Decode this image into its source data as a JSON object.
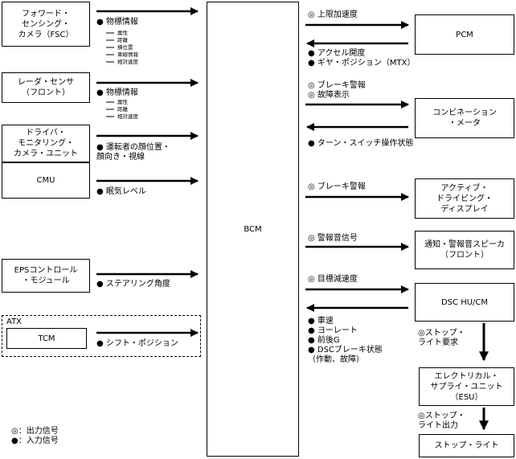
{
  "left_units": {
    "fsc": "フォワード・\nセンシング・\nカメラ（FSC）",
    "radar": "レーダ・センサ\n（フロント）",
    "dmc": "ドライバ・\nモニタリング・\nカメラ・ユニット",
    "cmu": "CMU",
    "eps": "EPSコントロール\n・モジュール",
    "atx_label": "ATX",
    "tcm": "TCM"
  },
  "left_signals": {
    "fsc_main": "● 物標情報",
    "fsc_subs": [
      "属性",
      "距離",
      "横位置",
      "車線情報",
      "相対速度"
    ],
    "radar_main": "● 物標情報",
    "radar_subs": [
      "属性",
      "距離",
      "相対速度"
    ],
    "dmc": "● 運転者の顔位置・\n顔向き・視線",
    "cmu": "● 眠気レベル",
    "eps": "● ステアリング角度",
    "tcm": "● シフト・ポジション"
  },
  "center": {
    "bcm": "BCM"
  },
  "right_units": {
    "pcm": "PCM",
    "combination_meter": "コンビネーション\n・メータ",
    "add": "アクティブ・\nドライビング・\nディスプレイ",
    "speaker": "通知・警報音スピーカ\n（フロント）",
    "dsc": "DSC HU/CM",
    "esu": "エレクトリカル・\nサプライ・ユニット\n（ESU）",
    "stop_light": "ストップ・ライト"
  },
  "right_signals": {
    "pcm_out": "◎ 上限加速度",
    "pcm_in": "● アクセル開度\n● ギヤ・ポジション（MTX）",
    "meter_out": "◎ ブレーキ警報\n◎ 故障表示",
    "meter_in": "● ターン・スイッチ操作状態",
    "add_out": "◎ ブレーキ警報",
    "speaker_out": "◎ 警報音信号",
    "dsc_out": "◎ 目標減速度",
    "dsc_in": "● 車速\n● ヨーレート\n● 前後G\n● DSCブレーキ状態\n（作動、故障）",
    "stop_request": "◎ストップ・\nライト要求",
    "stop_output": "◎ストップ・\nライト出力"
  },
  "legend": {
    "output": "◎：出力信号",
    "input": "●：入力信号"
  }
}
